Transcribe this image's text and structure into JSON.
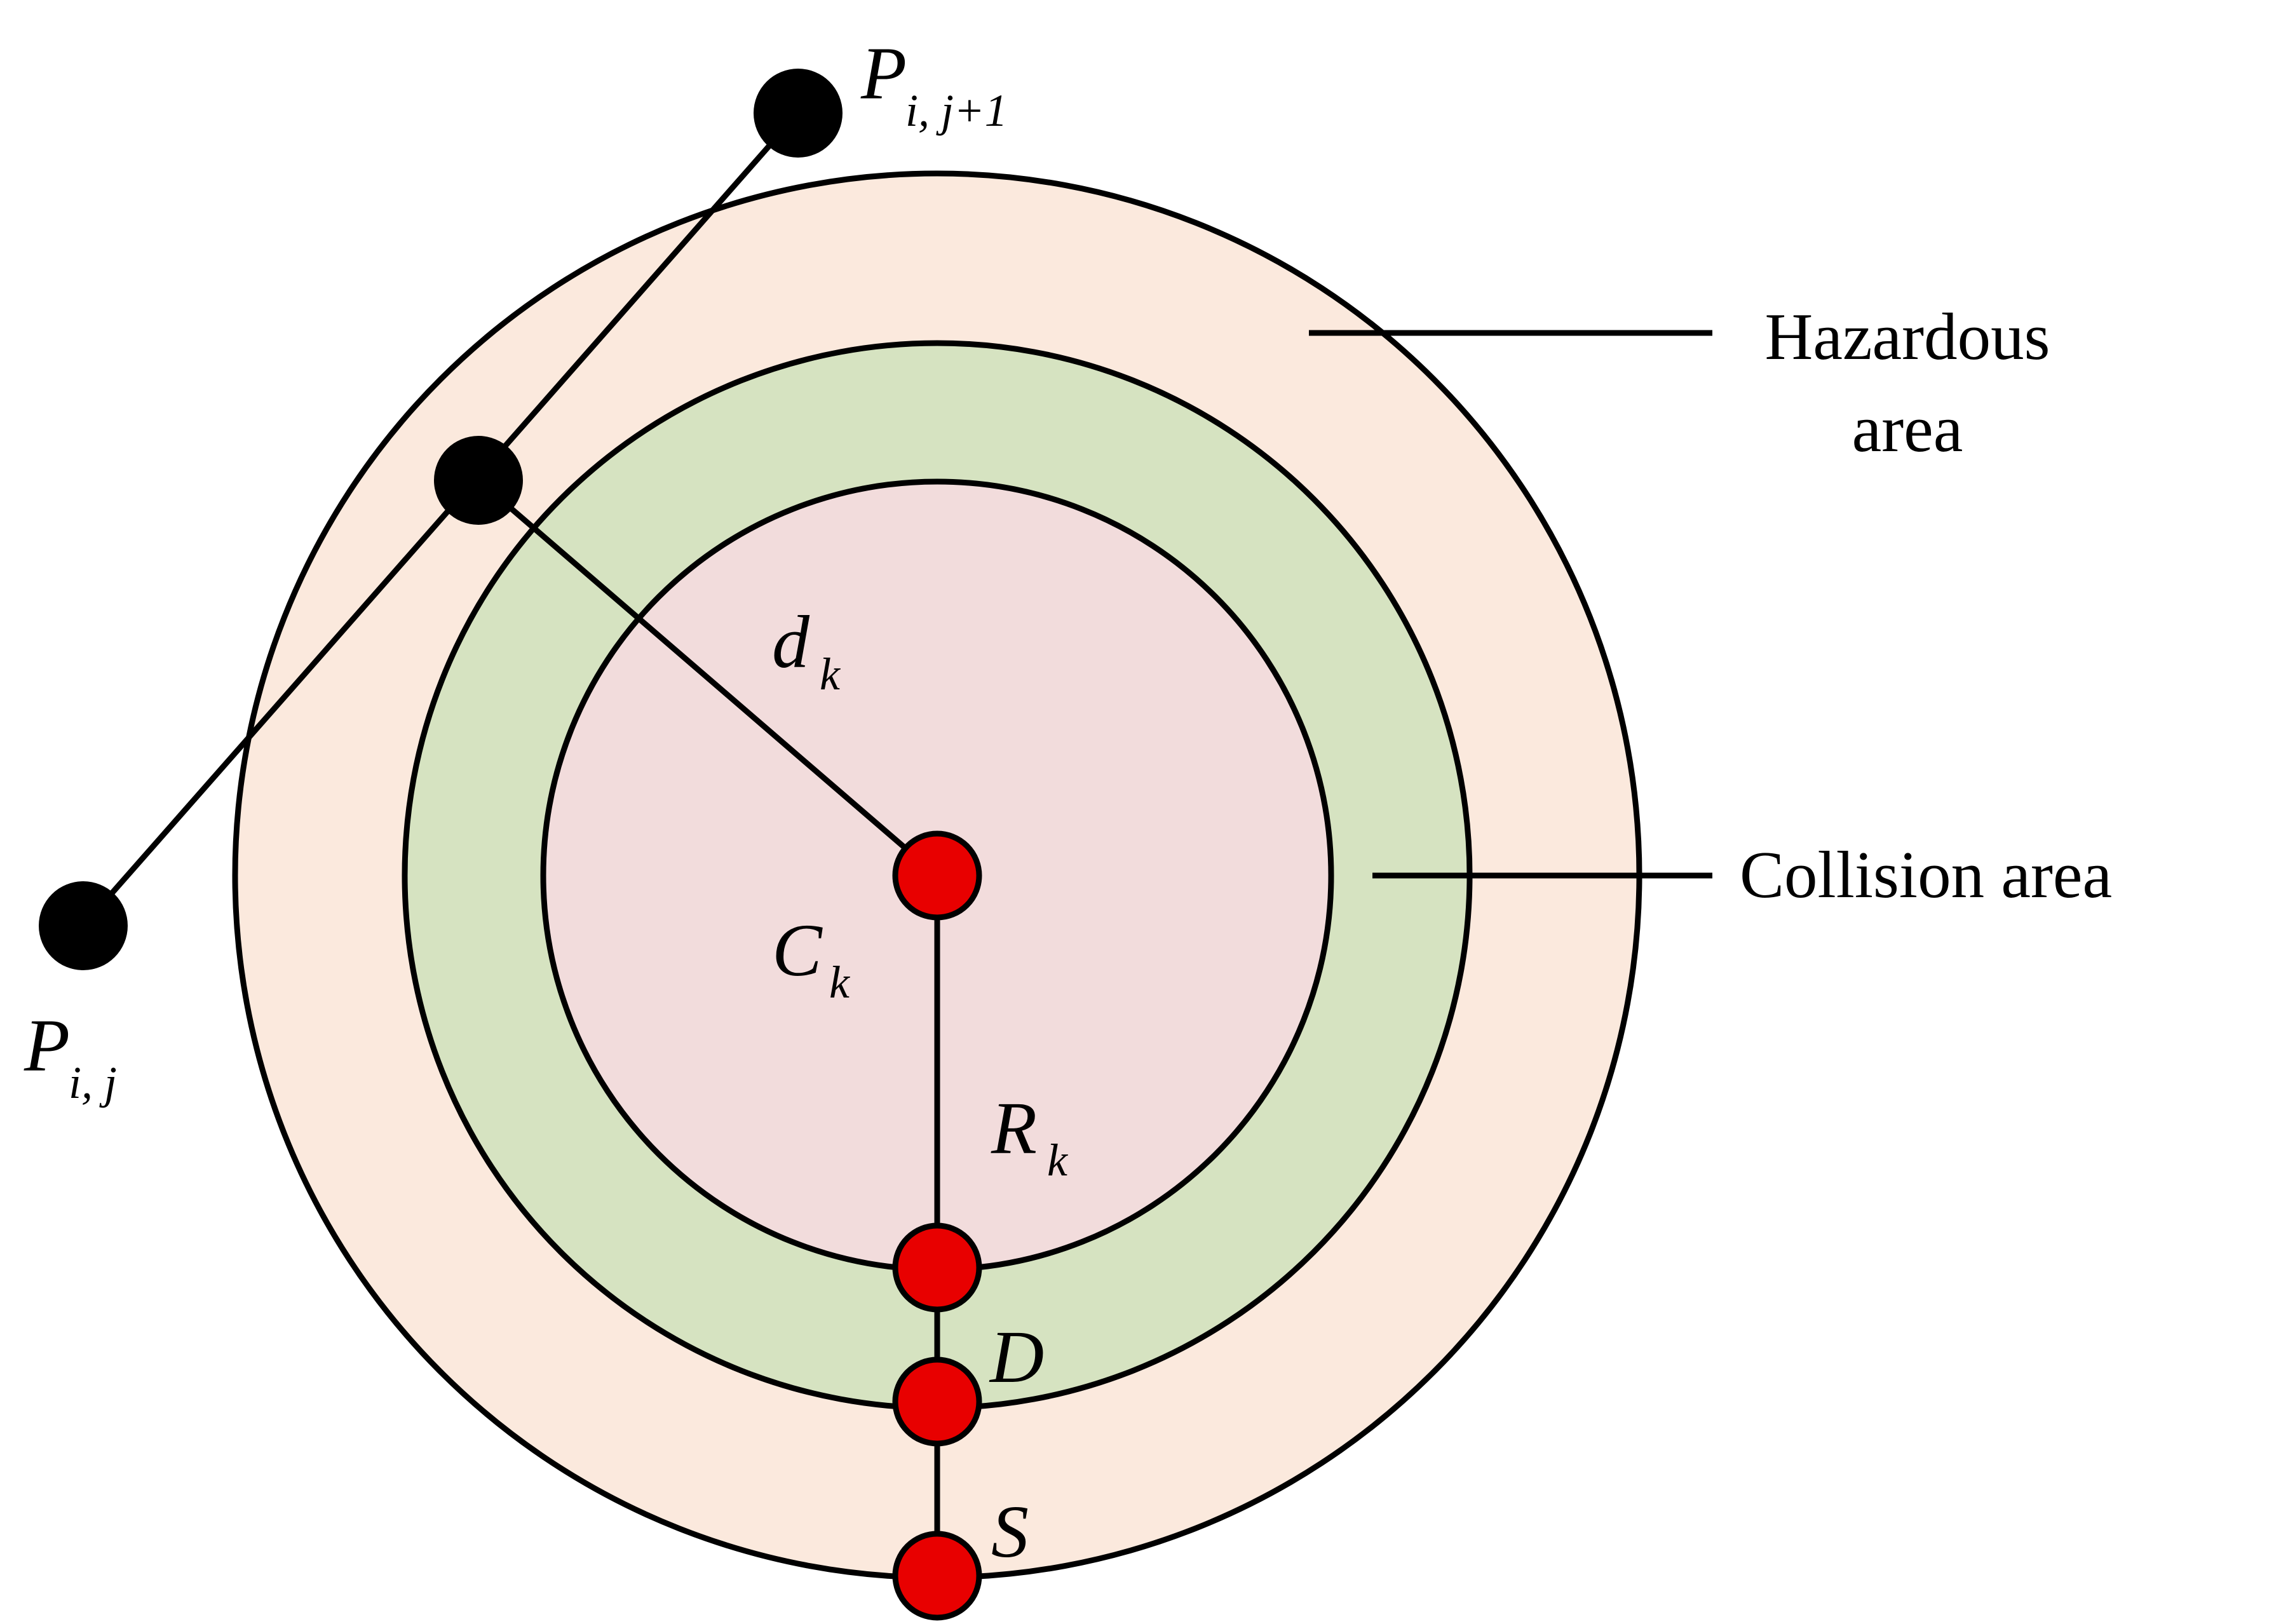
{
  "diagram": {
    "labels": {
      "hazardous_line1": "Hazardous",
      "hazardous_line2": "area",
      "collision": "Collision area",
      "d_main": "d",
      "d_sub": "k",
      "c_main": "C",
      "c_sub": "k",
      "r_main": "R",
      "r_sub": "k",
      "D": "D",
      "S": "S",
      "p_ij_main": "P",
      "p_ij_sub": "i, j",
      "p_ij1_main": "P",
      "p_ij1_sub": "i, j+1"
    },
    "colors": {
      "hazardous_fill": "#fbe9dd",
      "collision_fill": "#d6e3c1",
      "inner_fill": "#f2dcdc",
      "waypoint": "#000000",
      "key_point": "#e80000",
      "stroke": "#000000"
    }
  }
}
